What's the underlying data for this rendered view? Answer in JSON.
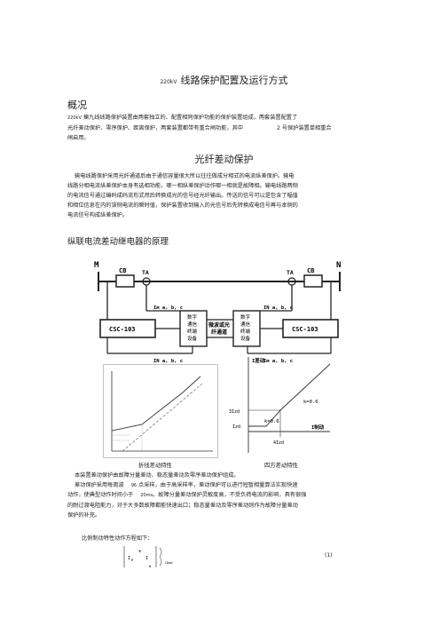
{
  "doc": {
    "title_prefix": "220kV",
    "title": "线路保护配置及运行方式",
    "section1_heading": "概况",
    "para1_prefix": "220kV",
    "para1_line1": "揀九线线路保护装置由两套独立的、配置相同保护功能的保护装置组成，两套装置配置了",
    "para1_line2a": "光纤差动保护、零序保护、距离保护，两套装置都带有重合闸功能，其中",
    "para1_line2b": "2 号保护装置单相重合",
    "para1_line3": "闸启用。",
    "section2_heading": "光纤差动保护",
    "para2_line1": "输电线路保护采用光纤通道后由于通信容量很大所以往往做成分相式的电流纵差保护。输电",
    "para2_line2": "线路分相电流纵差保护本身有选相功能，哪一相纵差保护动作哪一相就是故障相。输电线路两侧",
    "para2_line3": "的电流信号通过编码成码流形式然后转换成光的信号经光纤输出。传送的信号可以是包含了幅值",
    "para2_line4": "和相位信息在内的该侧电流的瞬时值，保护装置收到输入的光信号后先转换成电信号再与本侧的",
    "para2_line5": "电流信号构成纵差保护。",
    "section3_heading": "纵联电流差动继电器的原理",
    "para3_line1": "本装置差动保护由故障分量差动、稳态量差动及零序差动保护组成。",
    "para3_line2a": "差动保护采用每周波",
    "para3_line2_num": "96",
    "para3_line2b": "点采样，由于高采样率，差动保护可以进行短暂相量算法实现快速",
    "para3_line3a": "动作，使典型动作时间小于",
    "para3_line3_num": "20ms",
    "para3_line3b": "。故障分量差动保护灵敏度高，不受负荷电流的影响，具有很强",
    "para3_line4": "的耐过渡电阻能力，对于大多数故障都能快速出口；稳态量差动及零序差动则作为故障分量差动",
    "para3_line5": "保护的补充。",
    "para3_line6": "比例制动特性动作方程如下：",
    "eq_number": "(1)"
  },
  "diagram": {
    "label_m": "M",
    "label_n": "N",
    "cb": "CB",
    "ta": "TA",
    "relay": "CSC-103",
    "current_in_left": "Iм a, b, c",
    "current_in_right": "IN a, b, c",
    "current_out_left": "IN a, b, c",
    "current_out_right": "Iм a, b, c",
    "terminal_lines": [
      "数字",
      "通信",
      "终端",
      "设备"
    ],
    "channel_lines": [
      "微波或光",
      "纤通道"
    ]
  },
  "figures": {
    "left_caption": "折线差动特性",
    "right_caption": "四方差动特性",
    "right_ylabel": "I差动",
    "right_xlabel": "I制动",
    "right_3ize": "3Izd",
    "right_ize": "Izd",
    "right_xtick": "4Izd",
    "right_k1": "k=0.6",
    "right_k2": "k=0.6"
  }
}
